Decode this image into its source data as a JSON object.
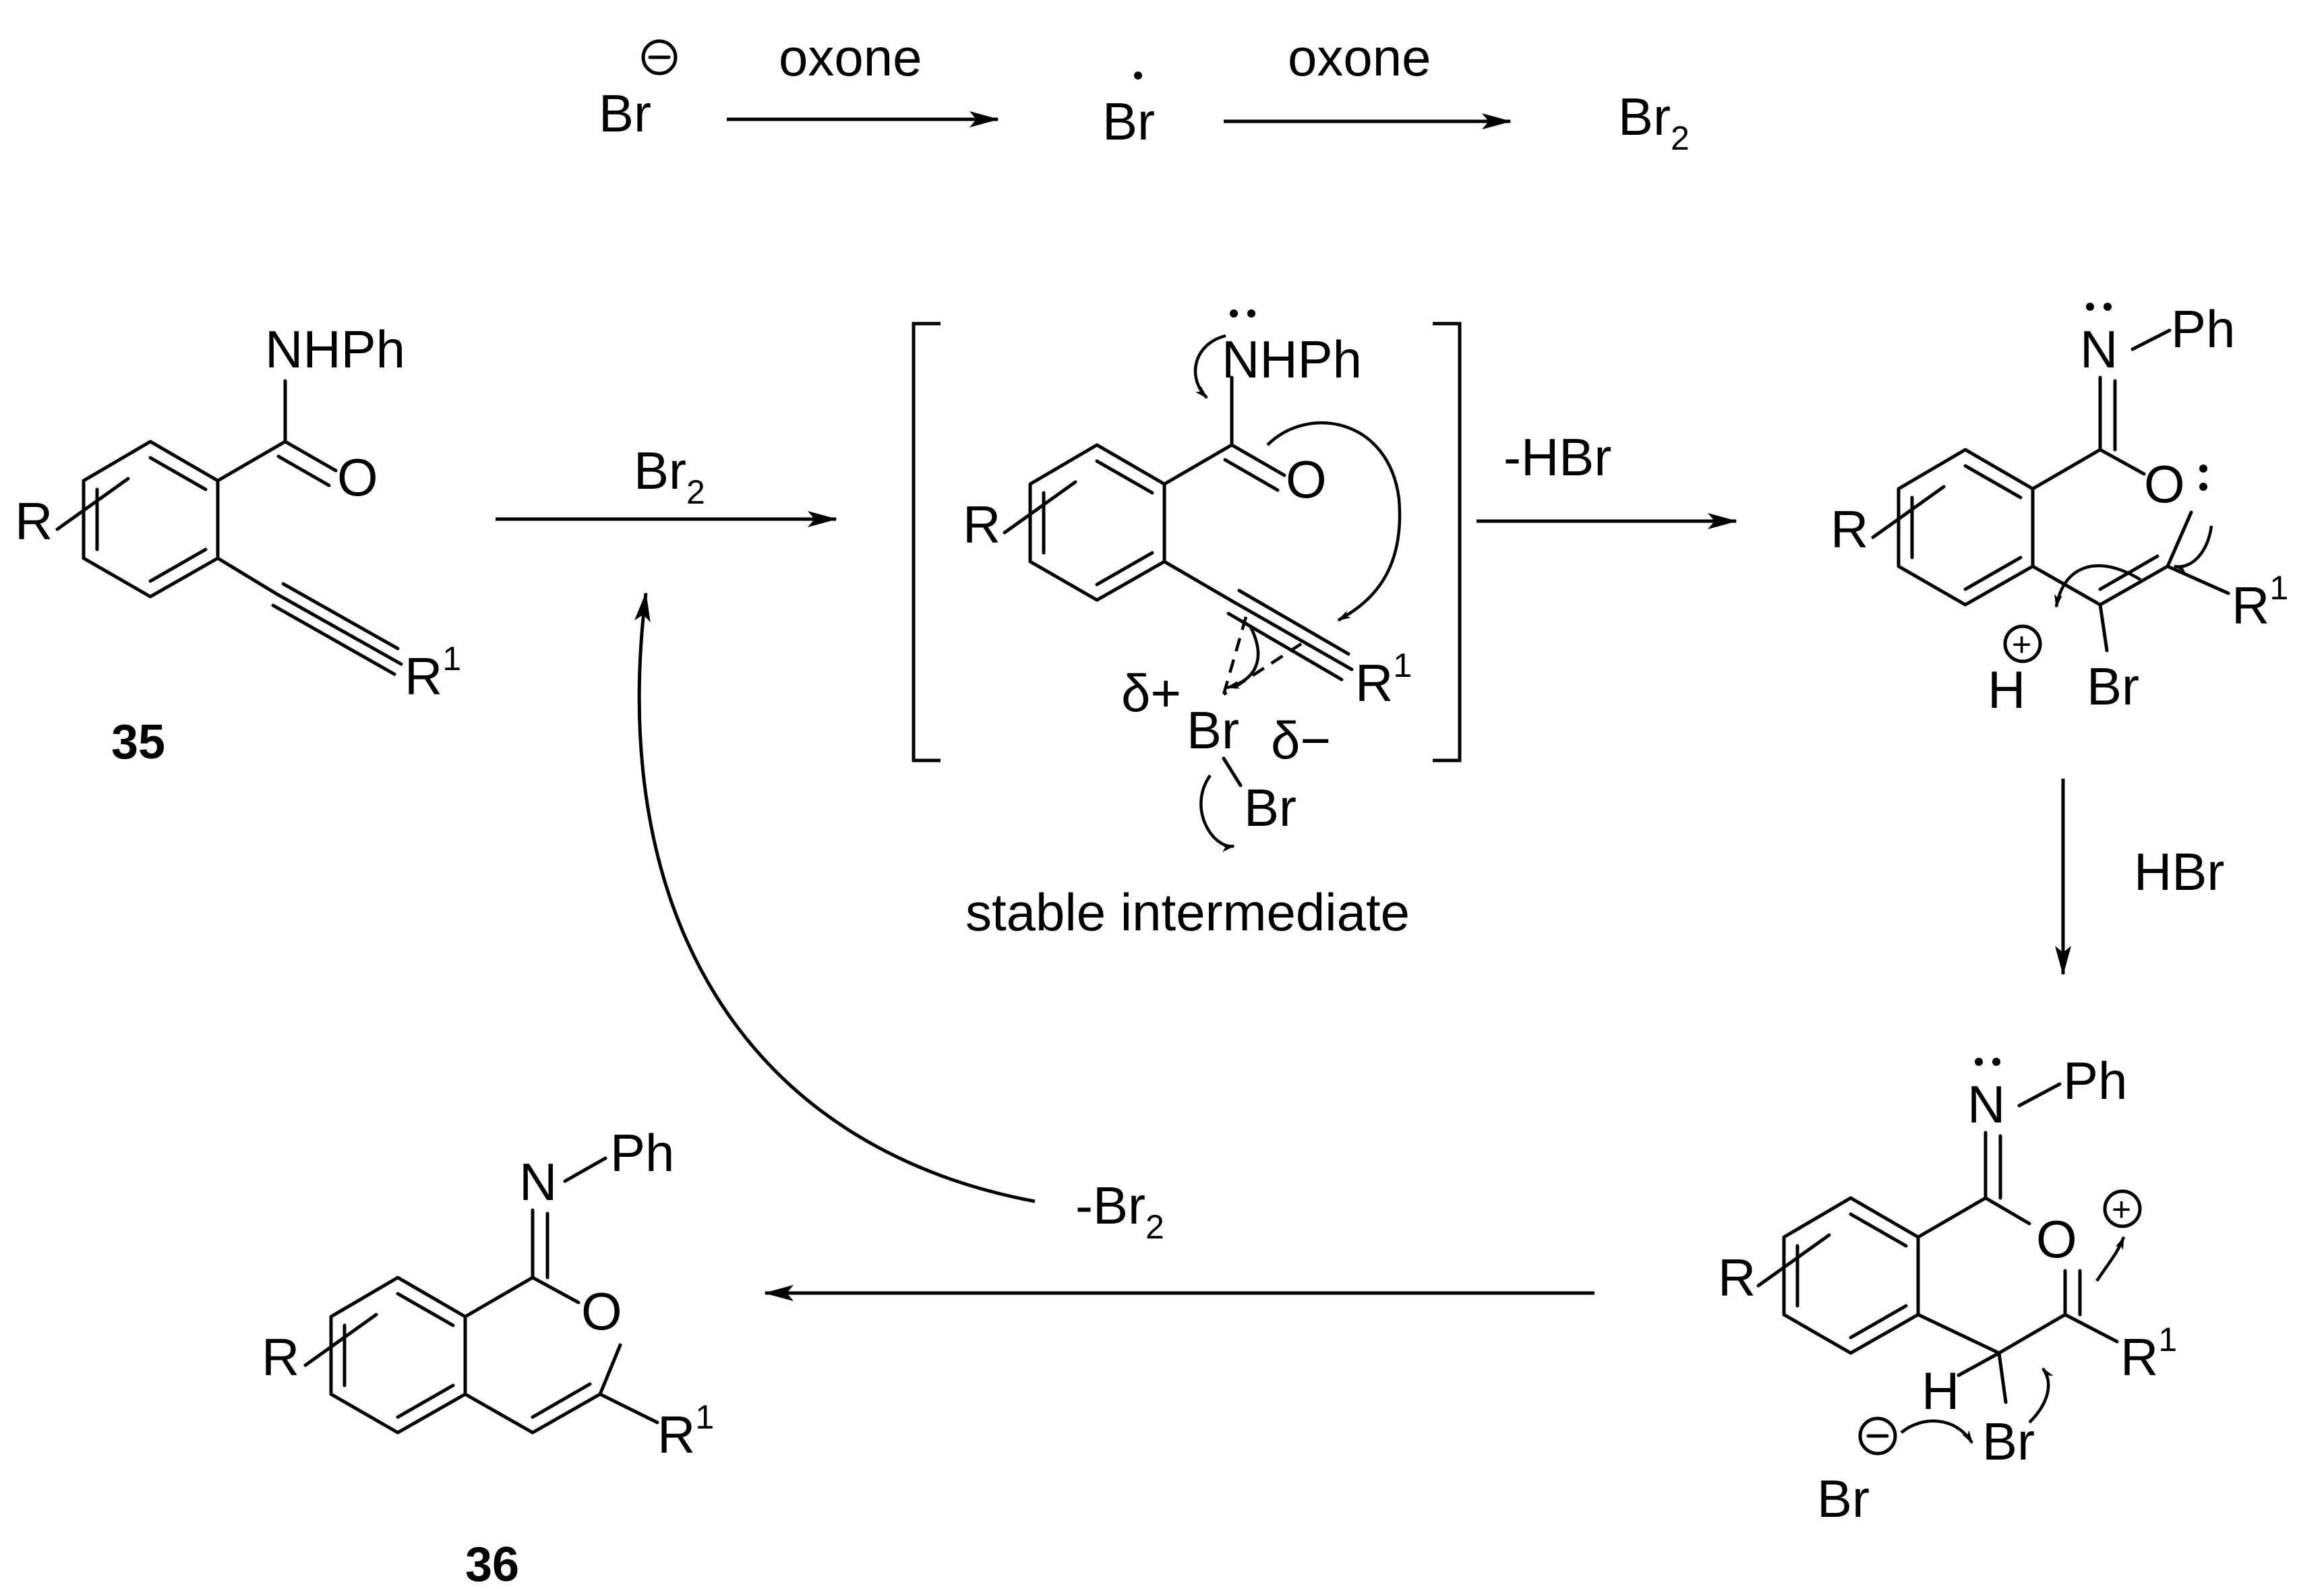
{
  "scheme": {
    "top": {
      "bromide": "Br",
      "bromine_radical": "Br",
      "bromine": "Br",
      "bromine_sub": "2",
      "oxidant_1": "oxone",
      "oxidant_2": "oxone"
    },
    "reagents": {
      "step1_br2": "Br",
      "step1_br2_sub": "2",
      "minus_hbr": "-HBr",
      "hbr": "HBr",
      "minus_br2": "-Br",
      "minus_br2_sub": "2"
    },
    "compound_35": {
      "number": "35",
      "amide": "NHPh",
      "oxygen": "O",
      "r": "R",
      "r1": "R",
      "r1_sup": "1"
    },
    "intermediate": {
      "caption": "stable intermediate",
      "amide": "NHPh",
      "oxygen": "O",
      "r": "R",
      "r1": "R",
      "r1_sup": "1",
      "br_a": "Br",
      "br_b": "Br",
      "delta_plus": "δ+",
      "delta_minus": "δ−"
    },
    "oxonium_cation": {
      "n": "N",
      "ph": "Ph",
      "oxygen": "O",
      "r": "R",
      "r1": "R",
      "r1_sup": "1",
      "h": "H",
      "plus": "+",
      "br": "Br"
    },
    "bromo_intermediate": {
      "n": "N",
      "ph": "Ph",
      "oxygen": "O",
      "plus": "+",
      "r": "R",
      "r1": "R",
      "r1_sup": "1",
      "h": "H",
      "br": "Br",
      "bromide": "Br",
      "minus": "−"
    },
    "compound_36": {
      "number": "36",
      "n": "N",
      "ph": "Ph",
      "oxygen": "O",
      "r": "R",
      "r1": "R",
      "r1_sup": "1"
    }
  }
}
